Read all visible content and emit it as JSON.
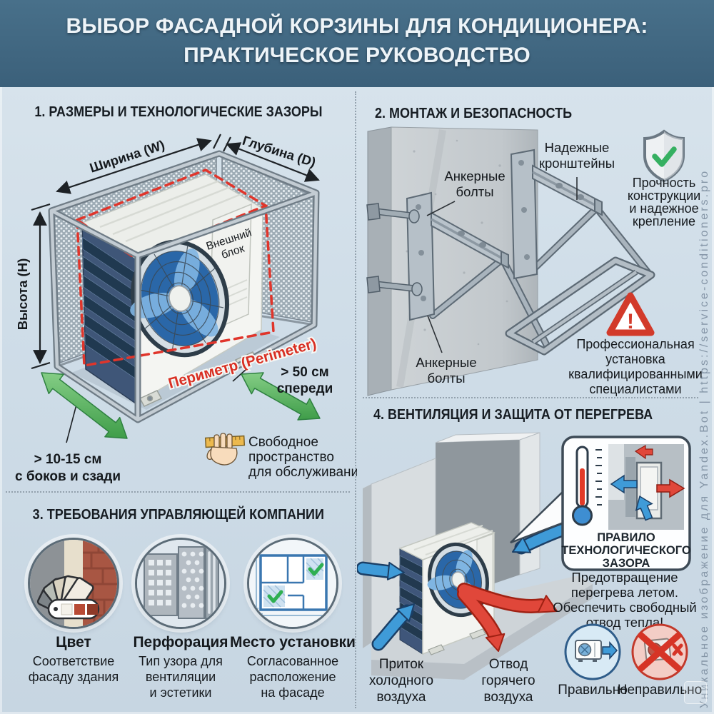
{
  "title": {
    "line1": "ВЫБОР ФАСАДНОЙ КОРЗИНЫ ДЛЯ КОНДИЦИОНЕРА:",
    "line2": "ПРАКТИЧЕСКОЕ РУКОВОДСТВО"
  },
  "watermark": "Уникальное изображение для Yandex.Bot | https://service-conditioners.pro",
  "colors": {
    "band": "#40687F",
    "background": "#D4E0EA",
    "accent_red": "#D93327",
    "accent_green": "#54B35C",
    "accent_blue": "#3F9BD8",
    "steel": "#A9B4BD"
  },
  "section1": {
    "heading": "1. РАЗМЕРЫ И ТЕХНОЛОГИЧЕСКИЕ ЗАЗОРЫ",
    "dim_width": "Ширина (W)",
    "dim_depth": "Глубина (D)",
    "dim_height": "Высота (H)",
    "unit_label": [
      "Внешний",
      "блок"
    ],
    "perimeter": "Периметр (Perimeter)",
    "front_gap": [
      "> 50 см",
      "спереди"
    ],
    "side_gap": [
      "> 10-15 см",
      "с боков и сзади"
    ],
    "service": [
      "Свободное",
      "пространство",
      "для обслуживания"
    ]
  },
  "section2": {
    "heading": "2. МОНТАЖ И БЕЗОПАСНОСТЬ",
    "anchor_top": [
      "Анкерные",
      "болты"
    ],
    "brackets": [
      "Надежные",
      "кронштейны"
    ],
    "anchor_bottom": [
      "Анкерные",
      "болты"
    ],
    "strength": [
      "Прочность",
      "конструкции",
      "и надежное",
      "крепление"
    ],
    "warning_mark": "!",
    "professional": [
      "Профессиональная",
      "установка",
      "квалифицированными",
      "специалистами"
    ]
  },
  "section3": {
    "heading": "3. ТРЕБОВАНИЯ УПРАВЛЯЮЩЕЙ КОМПАНИИ",
    "items": [
      {
        "title": "Цвет",
        "desc": [
          "Соответствие",
          "фасаду здания"
        ]
      },
      {
        "title": "Перфорация",
        "desc": [
          "Тип узора для",
          "вентиляции",
          "и эстетики"
        ]
      },
      {
        "title": "Место установки",
        "desc": [
          "Согласованное",
          "расположение",
          "на фасаде"
        ]
      }
    ]
  },
  "section4": {
    "heading": "4. ВЕНТИЛЯЦИЯ И ЗАЩИТА ОТ ПЕРЕГРЕВА",
    "rule": [
      "ПРАВИЛО",
      "ТЕХНОЛОГИЧЕСКОГО",
      "ЗАЗОРА"
    ],
    "note": [
      "Предотвращение",
      "перегрева летом.",
      "Обеспечить свободный",
      "отвод тепла!"
    ],
    "cold": [
      "Приток",
      "холодного",
      "воздуха"
    ],
    "hot": [
      "Отвод",
      "горячего",
      "воздуха"
    ],
    "correct": "Правильно",
    "incorrect": "Неправильно"
  }
}
